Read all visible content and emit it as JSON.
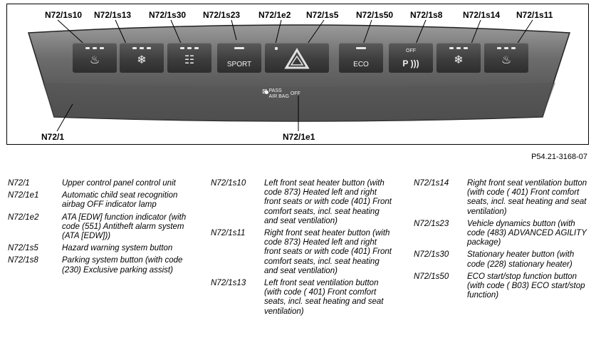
{
  "figure": {
    "reference": "P54.21-3168-07",
    "callouts_top": [
      "N72/1s10",
      "N72/1s13",
      "N72/1s30",
      "N72/1s23",
      "N72/1e2",
      "N72/1s5",
      "N72/1s50",
      "N72/1s8",
      "N72/1s14",
      "N72/1s11"
    ],
    "callout_unit": "N72/1",
    "callout_indicator": "N72/1e1",
    "buttons": {
      "sport": "SPORT",
      "eco": "ECO",
      "park_off": "OFF",
      "park_p": "P",
      "airbag_line1": "PASS",
      "airbag_line2": "AIR BAG",
      "airbag_off": "OFF"
    }
  },
  "legend": {
    "col1": [
      {
        "code": "N72/1",
        "desc": "Upper control panel control unit"
      },
      {
        "code": "N72/1e1",
        "desc": "Automatic child seat recognition airbag OFF indicator lamp"
      },
      {
        "code": "N72/1e2",
        "desc": "ATA [EDW] function indicator (with code (551) Antitheft alarm system (ATA [EDW]))"
      },
      {
        "code": "N72/1s5",
        "desc": "Hazard warning system button"
      },
      {
        "code": "N72/1s8",
        "desc": "Parking system button (with code (230) Exclusive parking assist)"
      }
    ],
    "col2": [
      {
        "code": "N72/1s10",
        "desc": "Left front seat heater button (with code 873) Heated left and right front seats or with code (401) Front comfort seats, incl. seat heating and seat ventilation)"
      },
      {
        "code": "N72/1s11",
        "desc": "Right front seat heater button (with code 873) Heated left and right front seats or with code (401) Front comfort seats, incl. seat heating and seat ventilation)"
      },
      {
        "code": "N72/1s13",
        "desc": "Left front seat ventilation button (with code ( 401) Front comfort seats, incl. seat heating and seat ventilation)"
      }
    ],
    "col3": [
      {
        "code": "N72/1s14",
        "desc": "Right front seat ventilation button (with code ( 401) Front comfort seats, incl. seat heating and seat ventilation)"
      },
      {
        "code": "N72/1s23",
        "desc": "Vehicle dynamics button (with code (483) ADVANCED AGILITY package)"
      },
      {
        "code": "N72/1s30",
        "desc": "Stationary heater button (with code (228) stationary heater)"
      },
      {
        "code": "N72/1s50",
        "desc": "ECO start/stop function button (with code ( B03) ECO start/stop function)"
      }
    ]
  }
}
